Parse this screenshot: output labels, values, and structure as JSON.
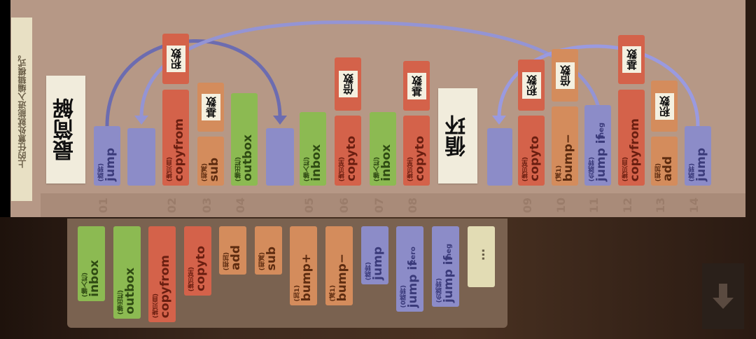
{
  "hint": "上的任意处就能进入编辑模式。",
  "colors": {
    "jump": "#8c8cc8",
    "copy": "#d4624a",
    "math": "#d48c5c",
    "io": "#8cba52",
    "panel": "#b69886"
  },
  "program": {
    "comments": [
      "最简解",
      "循环"
    ],
    "lines": [
      {
        "num": "01",
        "op": "jump",
        "sub": "(跳转)"
      },
      {
        "num": "02",
        "op": "copyfrom",
        "sub": "(拷贝自)",
        "arg": "积数"
      },
      {
        "num": "03",
        "op": "sub",
        "sub": "(相减)",
        "arg": "基数"
      },
      {
        "num": "04",
        "op": "outbox",
        "sub": "(输出栏)"
      },
      {
        "num": "05",
        "op": "inbox",
        "sub": "(输入栏)"
      },
      {
        "num": "06",
        "op": "copyto",
        "sub": "(拷贝至)",
        "arg": "倍数"
      },
      {
        "num": "07",
        "op": "inbox",
        "sub": "(输入栏)"
      },
      {
        "num": "08",
        "op": "copyto",
        "sub": "(拷贝至)",
        "arg": "基数"
      },
      {
        "num": "09",
        "op": "copyto",
        "sub": "(拷贝至)",
        "arg": "积数"
      },
      {
        "num": "10",
        "op": "bump−",
        "sub": "(减1)",
        "arg": "倍数"
      },
      {
        "num": "11",
        "op": "jump if",
        "sup": "neg",
        "sub": "(负跳转)"
      },
      {
        "num": "12",
        "op": "copyfrom",
        "sub": "(拷贝自)",
        "arg": "基数"
      },
      {
        "num": "13",
        "op": "add",
        "sub": "(相加)",
        "arg": "积数"
      },
      {
        "num": "14",
        "op": "jump",
        "sub": "(跳转)"
      }
    ]
  },
  "palette": [
    {
      "op": "inbox",
      "sub": "(输入栏)"
    },
    {
      "op": "outbox",
      "sub": "(输出栏)"
    },
    {
      "op": "copyfrom",
      "sub": "(拷贝自)"
    },
    {
      "op": "copyto",
      "sub": "(拷贝至)"
    },
    {
      "op": "add",
      "sub": "(相加)"
    },
    {
      "op": "sub",
      "sub": "(相减)"
    },
    {
      "op": "bump+",
      "sub": "(加1)"
    },
    {
      "op": "bump−",
      "sub": "(减1)"
    },
    {
      "op": "jump",
      "sub": "(跳转)"
    },
    {
      "op": "jump if",
      "sup": "zero",
      "sub": "(0跳转)"
    },
    {
      "op": "jump if",
      "sup": "neg",
      "sub": "(负跳转)"
    },
    {
      "op": "…"
    }
  ],
  "scroll_icon": "arrow-down-icon"
}
